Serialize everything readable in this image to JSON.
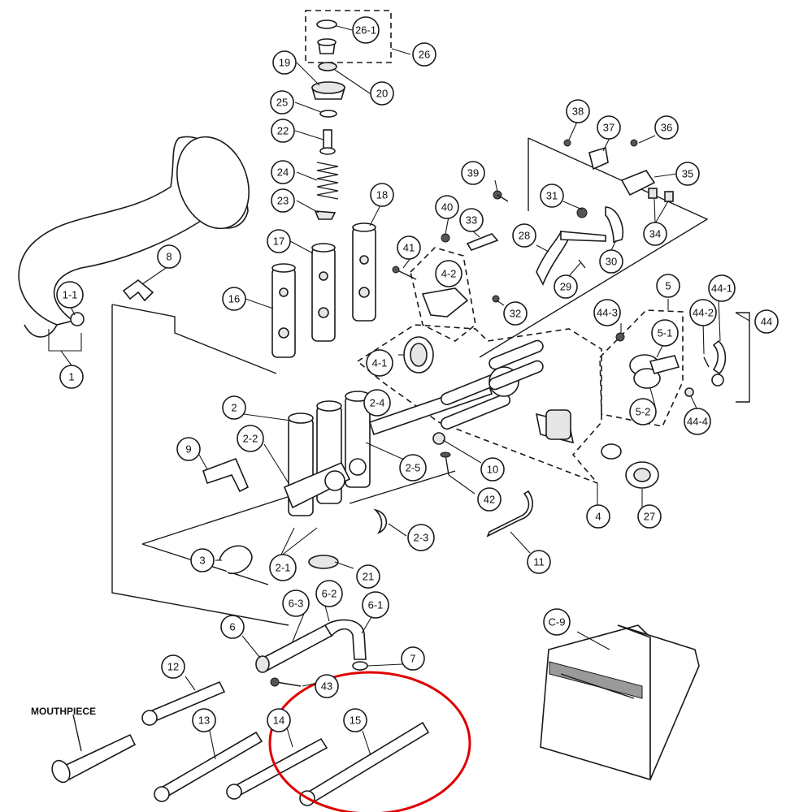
{
  "labels": {
    "mouthpiece": "MOUTHPIECE"
  },
  "callouts": [
    {
      "id": "26-1",
      "label": "26-1"
    },
    {
      "id": "26",
      "label": "26"
    },
    {
      "id": "19",
      "label": "19"
    },
    {
      "id": "20",
      "label": "20"
    },
    {
      "id": "25",
      "label": "25"
    },
    {
      "id": "22",
      "label": "22"
    },
    {
      "id": "24",
      "label": "24"
    },
    {
      "id": "23",
      "label": "23"
    },
    {
      "id": "18",
      "label": "18"
    },
    {
      "id": "17",
      "label": "17"
    },
    {
      "id": "16",
      "label": "16"
    },
    {
      "id": "8",
      "label": "8"
    },
    {
      "id": "1-1",
      "label": "1-1"
    },
    {
      "id": "1",
      "label": "1"
    },
    {
      "id": "38",
      "label": "38"
    },
    {
      "id": "37",
      "label": "37"
    },
    {
      "id": "36",
      "label": "36"
    },
    {
      "id": "35",
      "label": "35"
    },
    {
      "id": "39",
      "label": "39"
    },
    {
      "id": "31",
      "label": "31"
    },
    {
      "id": "34",
      "label": "34"
    },
    {
      "id": "40",
      "label": "40"
    },
    {
      "id": "33",
      "label": "33"
    },
    {
      "id": "28",
      "label": "28"
    },
    {
      "id": "30",
      "label": "30"
    },
    {
      "id": "29",
      "label": "29"
    },
    {
      "id": "41",
      "label": "41"
    },
    {
      "id": "4-2",
      "label": "4-2"
    },
    {
      "id": "32",
      "label": "32"
    },
    {
      "id": "5",
      "label": "5"
    },
    {
      "id": "44-1",
      "label": "44-1"
    },
    {
      "id": "44-3",
      "label": "44-3"
    },
    {
      "id": "44-2",
      "label": "44-2"
    },
    {
      "id": "44",
      "label": "44"
    },
    {
      "id": "5-1",
      "label": "5-1"
    },
    {
      "id": "4-1",
      "label": "4-1"
    },
    {
      "id": "5-2",
      "label": "5-2"
    },
    {
      "id": "44-4",
      "label": "44-4"
    },
    {
      "id": "2",
      "label": "2"
    },
    {
      "id": "2-4",
      "label": "2-4"
    },
    {
      "id": "2-2",
      "label": "2-2"
    },
    {
      "id": "9",
      "label": "9"
    },
    {
      "id": "10",
      "label": "10"
    },
    {
      "id": "2-5",
      "label": "2-5"
    },
    {
      "id": "42",
      "label": "42"
    },
    {
      "id": "4",
      "label": "4"
    },
    {
      "id": "27",
      "label": "27"
    },
    {
      "id": "2-3",
      "label": "2-3"
    },
    {
      "id": "11",
      "label": "11"
    },
    {
      "id": "3",
      "label": "3"
    },
    {
      "id": "2-1",
      "label": "2-1"
    },
    {
      "id": "21",
      "label": "21"
    },
    {
      "id": "6-3",
      "label": "6-3"
    },
    {
      "id": "6-2",
      "label": "6-2"
    },
    {
      "id": "6-1",
      "label": "6-1"
    },
    {
      "id": "6",
      "label": "6"
    },
    {
      "id": "7",
      "label": "7"
    },
    {
      "id": "12",
      "label": "12"
    },
    {
      "id": "43",
      "label": "43"
    },
    {
      "id": "C-9",
      "label": "C-9"
    },
    {
      "id": "13",
      "label": "13"
    },
    {
      "id": "14",
      "label": "14"
    },
    {
      "id": "15",
      "label": "15"
    }
  ],
  "colors": {
    "line": "#1a1a1a",
    "highlight": "#e00000",
    "case_band": "#9a9a9a"
  }
}
